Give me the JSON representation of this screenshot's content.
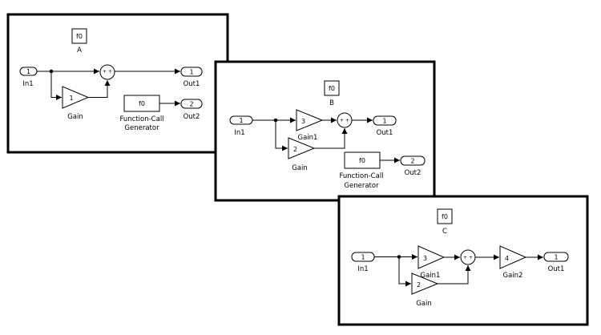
{
  "panels": {
    "A": {
      "ss_mark": "f0",
      "ss_name": "A",
      "in1_num": "1",
      "in1_label": "In1",
      "gain_val": "1",
      "gain_label": "Gain",
      "sum_signs": "+ +",
      "out1_num": "1",
      "out1_label": "Out1",
      "fcg_text": "f0",
      "fcg_label_1": "Function-Call",
      "fcg_label_2": "Generator",
      "out2_num": "2",
      "out2_label": "Out2"
    },
    "B": {
      "ss_mark": "f0",
      "ss_name": "B",
      "in1_num": "1",
      "in1_label": "In1",
      "gain1_val": "3",
      "gain1_label": "Gain1",
      "gain_val": "2",
      "gain_label": "Gain",
      "sum_signs": "+ +",
      "out1_num": "1",
      "out1_label": "Out1",
      "fcg_text": "f0",
      "fcg_label_1": "Function-Call",
      "fcg_label_2": "Generator",
      "out2_num": "2",
      "out2_label": "Out2"
    },
    "C": {
      "ss_mark": "f0",
      "ss_name": "C",
      "in1_num": "1",
      "in1_label": "In1",
      "gain1_val": "3",
      "gain1_label": "Gain1",
      "gain_val": "2",
      "gain_label": "Gain",
      "sum_signs": "+ +",
      "gain2_val": "4",
      "gain2_label": "Gain2",
      "out1_num": "1",
      "out1_label": "Out1"
    }
  }
}
